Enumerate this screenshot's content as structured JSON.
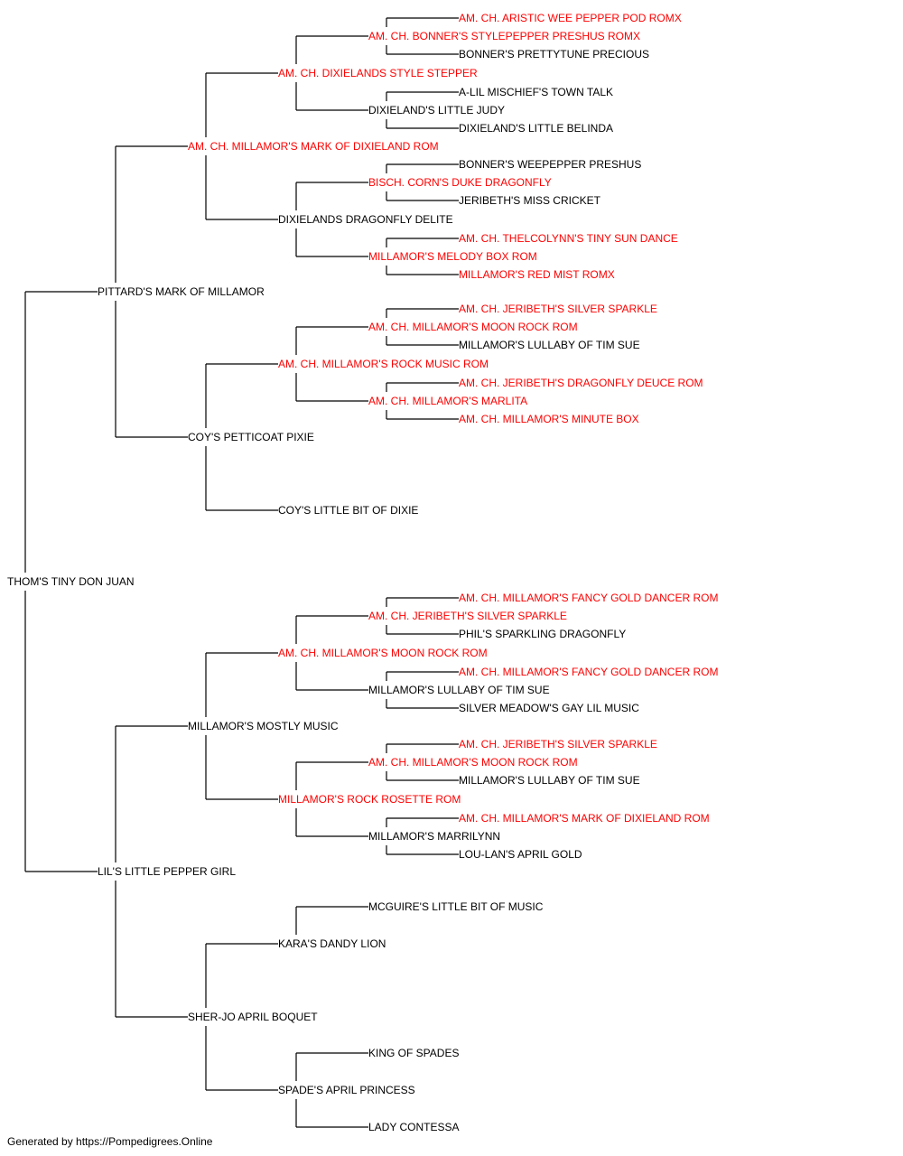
{
  "colors": {
    "champion": "#ff0000",
    "normal": "#000000",
    "line": "#000000"
  },
  "footer": {
    "text": "Generated by https://Pompedigrees.Online"
  },
  "pedigree": {
    "name": "THOM'S TINY DON JUAN",
    "champion": false,
    "sire": {
      "name": "PITTARD'S MARK OF MILLAMOR",
      "champion": false,
      "sire": {
        "name": "AM. CH. MILLAMOR'S MARK OF DIXIELAND ROM",
        "champion": true,
        "sire": {
          "name": "AM. CH. DIXIELANDS STYLE STEPPER",
          "champion": true,
          "sire": {
            "name": "AM. CH. BONNER'S STYLEPEPPER PRESHUS ROMX",
            "champion": true,
            "sire": {
              "name": "AM. CH. ARISTIC WEE PEPPER POD ROMX",
              "champion": true
            },
            "dam": {
              "name": "BONNER'S PRETTYTUNE PRECIOUS",
              "champion": false
            }
          },
          "dam": {
            "name": "DIXIELAND'S LITTLE JUDY",
            "champion": false,
            "sire": {
              "name": "A-LIL MISCHIEF'S TOWN TALK",
              "champion": false
            },
            "dam": {
              "name": "DIXIELAND'S LITTLE BELINDA",
              "champion": false
            }
          }
        },
        "dam": {
          "name": "DIXIELANDS DRAGONFLY DELITE",
          "champion": false,
          "sire": {
            "name": "BISCH. CORN'S DUKE DRAGONFLY",
            "champion": true,
            "sire": {
              "name": "BONNER'S WEEPEPPER PRESHUS",
              "champion": false
            },
            "dam": {
              "name": "JERIBETH'S MISS CRICKET",
              "champion": false
            }
          },
          "dam": {
            "name": "MILLAMOR'S MELODY BOX ROM",
            "champion": true,
            "sire": {
              "name": "AM. CH. THELCOLYNN'S TINY SUN DANCE",
              "champion": true
            },
            "dam": {
              "name": "MILLAMOR'S RED MIST ROMX",
              "champion": true
            }
          }
        }
      },
      "dam": {
        "name": "COY'S PETTICOAT PIXIE",
        "champion": false,
        "sire": {
          "name": "AM. CH. MILLAMOR'S ROCK MUSIC ROM",
          "champion": true,
          "sire": {
            "name": "AM. CH. MILLAMOR'S MOON ROCK ROM",
            "champion": true,
            "sire": {
              "name": "AM. CH. JERIBETH'S SILVER SPARKLE",
              "champion": true
            },
            "dam": {
              "name": "MILLAMOR'S LULLABY OF TIM SUE",
              "champion": false
            }
          },
          "dam": {
            "name": "AM. CH. MILLAMOR'S MARLITA",
            "champion": true,
            "sire": {
              "name": "AM. CH. JERIBETH'S DRAGONFLY DEUCE ROM",
              "champion": true
            },
            "dam": {
              "name": "AM. CH. MILLAMOR'S MINUTE BOX",
              "champion": true
            }
          }
        },
        "dam": {
          "name": "COY'S LITTLE BIT OF DIXIE",
          "champion": false
        }
      }
    },
    "dam": {
      "name": "LIL'S LITTLE PEPPER GIRL",
      "champion": false,
      "sire": {
        "name": "MILLAMOR'S MOSTLY MUSIC",
        "champion": false,
        "sire": {
          "name": "AM. CH. MILLAMOR'S MOON ROCK ROM",
          "champion": true,
          "sire": {
            "name": "AM. CH. JERIBETH'S SILVER SPARKLE",
            "champion": true,
            "sire": {
              "name": "AM. CH. MILLAMOR'S FANCY GOLD DANCER ROM",
              "champion": true
            },
            "dam": {
              "name": "PHIL'S SPARKLING DRAGONFLY",
              "champion": false
            }
          },
          "dam": {
            "name": "MILLAMOR'S LULLABY OF TIM SUE",
            "champion": false,
            "sire": {
              "name": "AM. CH. MILLAMOR'S FANCY GOLD DANCER ROM",
              "champion": true
            },
            "dam": {
              "name": "SILVER MEADOW'S GAY LIL MUSIC",
              "champion": false
            }
          }
        },
        "dam": {
          "name": "MILLAMOR'S ROCK ROSETTE ROM",
          "champion": true,
          "sire": {
            "name": "AM. CH. MILLAMOR'S MOON ROCK ROM",
            "champion": true,
            "sire": {
              "name": "AM. CH. JERIBETH'S SILVER SPARKLE",
              "champion": true
            },
            "dam": {
              "name": "MILLAMOR'S LULLABY OF TIM SUE",
              "champion": false
            }
          },
          "dam": {
            "name": "MILLAMOR'S MARRILYNN",
            "champion": false,
            "sire": {
              "name": "AM. CH. MILLAMOR'S MARK OF DIXIELAND ROM",
              "champion": true
            },
            "dam": {
              "name": "LOU-LAN'S APRIL GOLD",
              "champion": false
            }
          }
        }
      },
      "dam": {
        "name": "SHER-JO APRIL BOQUET",
        "champion": false,
        "sire": {
          "name": "KARA'S DANDY LION",
          "champion": false,
          "sire": {
            "name": "MCGUIRE'S LITTLE BIT OF MUSIC",
            "champion": false
          }
        },
        "dam": {
          "name": "SPADE'S APRIL PRINCESS",
          "champion": false,
          "sire": {
            "name": "KING OF SPADES",
            "champion": false
          },
          "dam": {
            "name": "LADY CONTESSA",
            "champion": false
          }
        }
      }
    }
  }
}
